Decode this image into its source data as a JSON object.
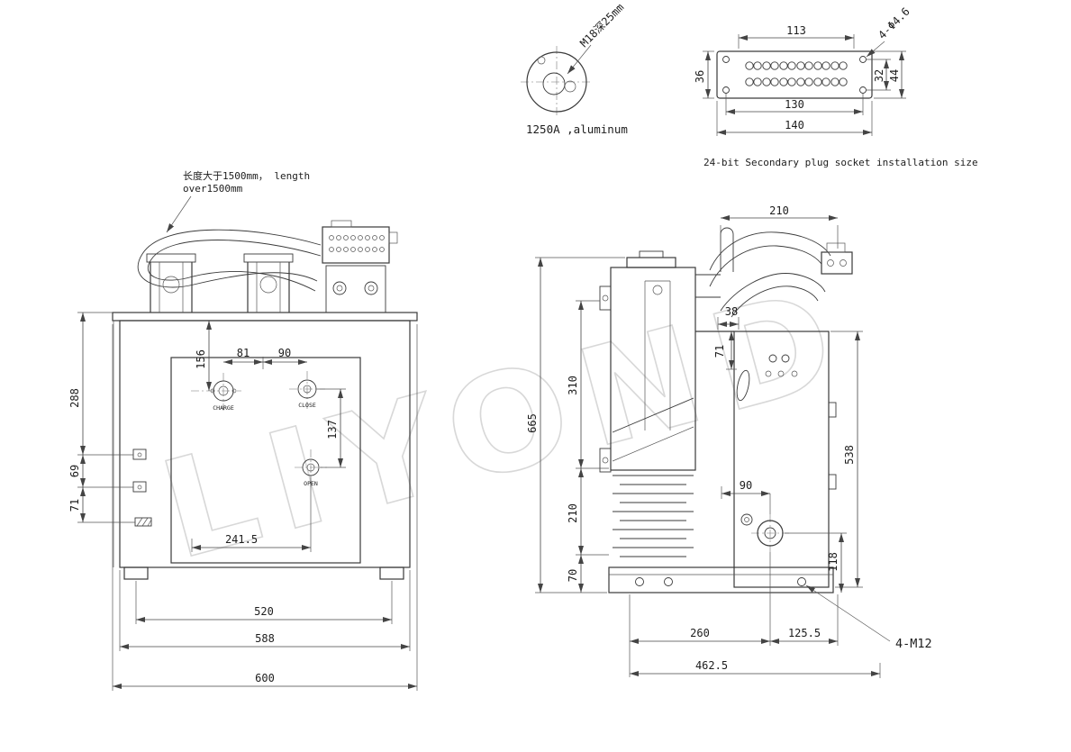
{
  "watermark": "LIYOND",
  "detail_view": {
    "caption": "1250A ,aluminum",
    "thread_note": "M18深25mm"
  },
  "connector_view": {
    "caption": "24-bit Secondary plug socket installation size",
    "dims": {
      "width_top": "113",
      "holes": "4-Φ4.6",
      "height_left": "36",
      "height_right_inner": "32",
      "height_right_outer": "44",
      "width_bottom_inner": "130",
      "width_bottom_outer": "140"
    }
  },
  "front_view": {
    "cable_note_line1": "长度大于1500mm，  length",
    "cable_note_line2": "over1500mm",
    "labels": {
      "charge": "CHARGE",
      "close": "CLOSE",
      "open": "OPEN"
    },
    "dims": {
      "d156": "156",
      "d81": "81",
      "d90": "90",
      "d137": "137",
      "d288": "288",
      "d69": "69",
      "d71": "71",
      "d241_5": "241.5",
      "d520": "520",
      "d588": "588",
      "d600": "600"
    }
  },
  "side_view": {
    "bolt_note": "4-M12",
    "dims": {
      "d210_top": "210",
      "d665": "665",
      "d310": "310",
      "d210": "210",
      "d70": "70",
      "d38": "38",
      "d71": "71",
      "d90": "90",
      "d538": "538",
      "d118": "118",
      "d260": "260",
      "d125_5": "125.5",
      "d462_5": "462.5"
    }
  }
}
